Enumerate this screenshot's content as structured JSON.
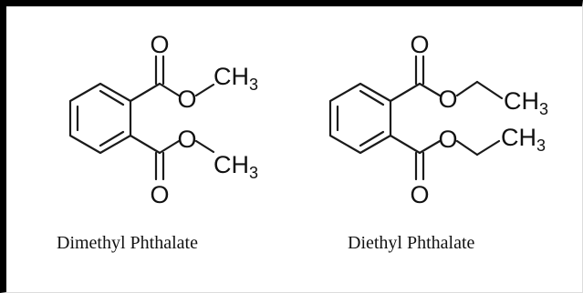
{
  "molecules": [
    {
      "name": "Dimethyl Phthalate",
      "atoms": {
        "o_top": "O",
        "o_ester_top": "O",
        "ch_top": "CH",
        "sub_top": "3",
        "o_ester_bot": "O",
        "ch_bot": "CH",
        "sub_bot": "3",
        "o_bot": "O"
      }
    },
    {
      "name": "Diethyl Phthalate",
      "atoms": {
        "o_top": "O",
        "o_ester_top": "O",
        "ch_top": "CH",
        "sub_top": "3",
        "o_ester_bot": "O",
        "ch_bot": "CH",
        "sub_bot": "3",
        "o_bot": "O"
      }
    }
  ]
}
